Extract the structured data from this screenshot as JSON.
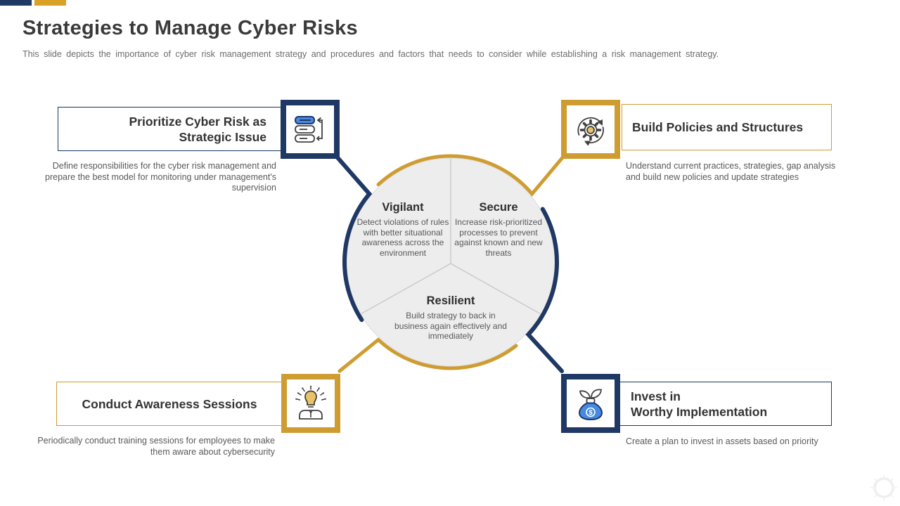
{
  "header": {
    "title": "Strategies to Manage Cyber Risks",
    "subtitle": "This slide depicts the importance of cyber risk management strategy and procedures and factors that needs to consider while establishing a risk management strategy."
  },
  "colors": {
    "navy": "#1f3864",
    "gold": "#cf9c31",
    "accent_blue": "#468ae3",
    "accent_gold_light": "#eac268",
    "circle_gray": "#ededed",
    "text_dark": "#3a3a3a",
    "text_muted": "#595959"
  },
  "cards": {
    "top_left": {
      "title": "Prioritize Cyber Risk as Strategic Issue",
      "description": "Define responsibilities for the cyber risk management and prepare the best model for monitoring under management's supervision",
      "icon": "task-list-cycle-icon"
    },
    "top_right": {
      "title": "Build Policies and Structures",
      "description": "Understand current practices, strategies, gap analysis and build new policies and update strategies",
      "icon": "gear-cycle-icon"
    },
    "bottom_left": {
      "title": "Conduct Awareness Sessions",
      "description": "Periodically conduct training sessions for employees to make them aware about cybersecurity",
      "icon": "idea-person-icon"
    },
    "bottom_right": {
      "title": "Invest in\nWorthy Implementation",
      "description": "Create a plan to invest in assets based on priority",
      "icon": "money-bag-icon",
      "dollar_glyph": "$"
    }
  },
  "wheel": {
    "segments": [
      {
        "name": "Vigilant",
        "description": "Detect violations of rules with better situational awareness across the environment"
      },
      {
        "name": "Secure",
        "description": "Increase risk-prioritized processes to prevent against known and new threats"
      },
      {
        "name": "Resilient",
        "description": "Build strategy to back in business again effectively and immediately"
      }
    ]
  }
}
